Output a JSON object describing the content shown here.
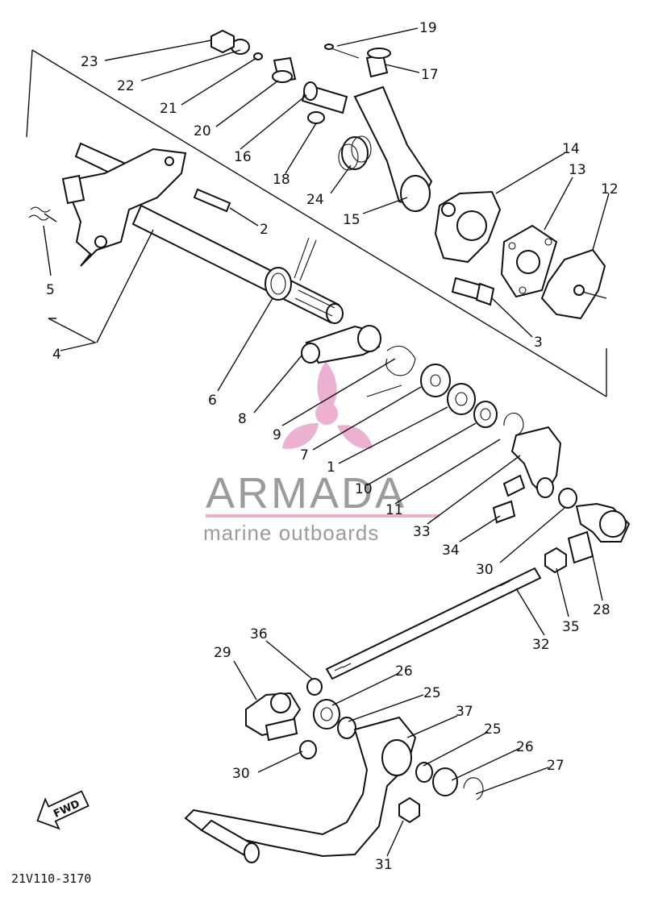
{
  "diagram": {
    "part_code": "21V110-3170",
    "fwd_label": "FWD",
    "watermark": {
      "brand": "ARMADA",
      "tagline": "marine outboards",
      "accent_color": "#e9a3c9"
    },
    "callouts": [
      "1",
      "2",
      "3",
      "4",
      "5",
      "6",
      "7",
      "8",
      "9",
      "10",
      "11",
      "12",
      "13",
      "14",
      "15",
      "16",
      "17",
      "18",
      "19",
      "20",
      "21",
      "22",
      "23",
      "24",
      "25",
      "25",
      "26",
      "26",
      "27",
      "28",
      "29",
      "30",
      "30",
      "31",
      "32",
      "33",
      "34",
      "35",
      "36",
      "37"
    ]
  }
}
